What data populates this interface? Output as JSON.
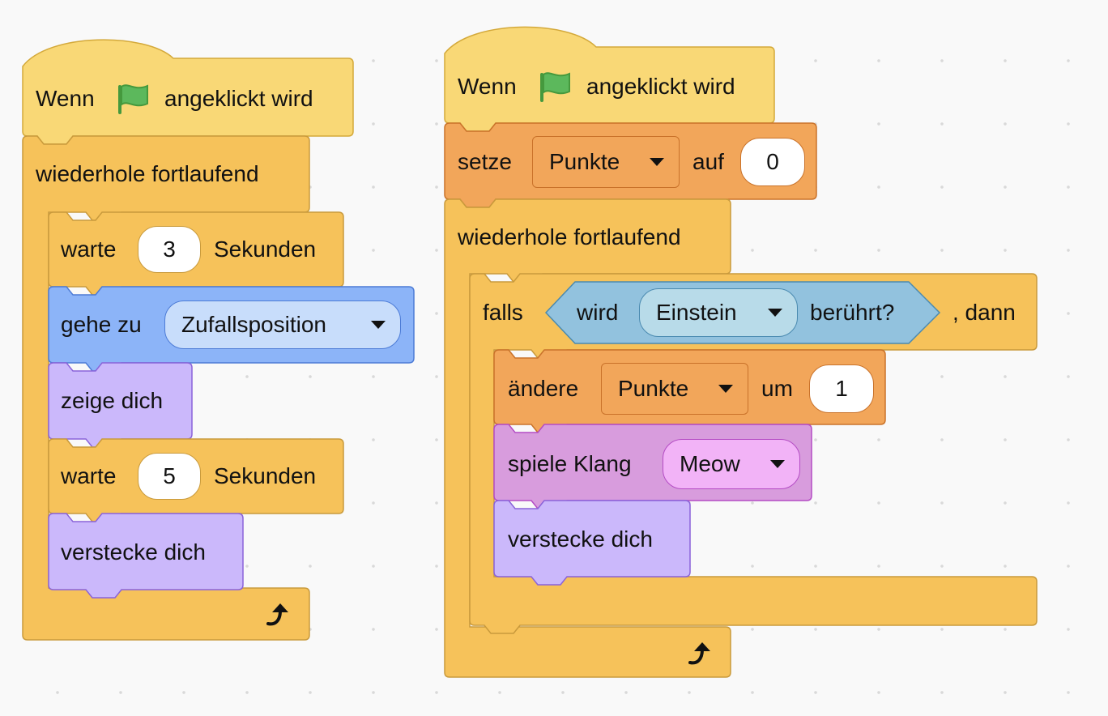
{
  "script1": {
    "hat": {
      "when": "Wenn",
      "clicked": "angeklickt wird",
      "flag_icon": "green-flag-icon"
    },
    "forever_label": "wiederhole fortlaufend",
    "wait1": {
      "label": "warte",
      "value": "3",
      "unit": "Sekunden"
    },
    "goto": {
      "label": "gehe zu",
      "option": "Zufallsposition"
    },
    "show": {
      "label": "zeige dich"
    },
    "wait2": {
      "label": "warte",
      "value": "5",
      "unit": "Sekunden"
    },
    "hide": {
      "label": "verstecke dich"
    },
    "loop_icon": "loop-arrow-icon"
  },
  "script2": {
    "hat": {
      "when": "Wenn",
      "clicked": "angeklickt wird",
      "flag_icon": "green-flag-icon"
    },
    "set_var": {
      "label": "setze",
      "variable": "Punkte",
      "to": "auf",
      "value": "0"
    },
    "forever_label": "wiederhole fortlaufend",
    "if_block": {
      "label": "falls",
      "condition": {
        "touching": "wird",
        "sprite": "Einstein",
        "suffix": "berührt?"
      },
      "then": ", dann"
    },
    "change_var": {
      "label": "ändere",
      "variable": "Punkte",
      "by": "um",
      "value": "1"
    },
    "play_sound": {
      "label": "spiele Klang",
      "sound": "Meow"
    },
    "hide": {
      "label": "verstecke dich"
    },
    "loop_icon": "loop-arrow-icon"
  },
  "colors": {
    "events": "#f9d876",
    "control": "#f6c25a",
    "variables": "#f2a65a",
    "motion": "#8cb4f8",
    "looks": "#cbb8fb",
    "sound": "#d89cdd",
    "sensing": "#92c2de",
    "flag": "#5cb85c"
  }
}
